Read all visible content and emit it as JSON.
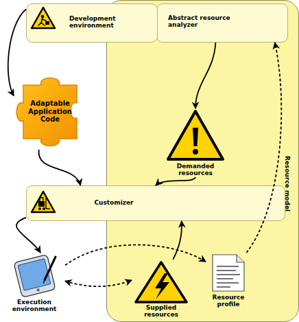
{
  "diagram": {
    "nodes": [
      {
        "text": [
          "Development environment"
        ]
      },
      {
        "text": [
          "Resource model"
        ]
      },
      {
        "text": [
          "Abstract resource analyzer"
        ],
        "in": 1
      },
      {
        "text": [
          "Adaptable Application Code"
        ]
      },
      {
        "text": [
          "Demanded resources"
        ],
        "in": 1
      },
      {
        "text": [
          "Customizer"
        ]
      },
      {
        "text": [
          "Execution environment"
        ]
      },
      {
        "text": [
          "Supplied resources"
        ],
        "in": 1
      },
      {
        "text": [
          "Resource profile"
        ],
        "in": 1
      }
    ],
    "edges": [
      {
        "from": 0,
        "to": 3,
        "arrow": "to"
      },
      {
        "from": 2,
        "to": 4,
        "arrow": "to"
      },
      {
        "from": 4,
        "to": 5,
        "arrow": "to"
      },
      {
        "from": 3,
        "to": 5,
        "arrow": "to"
      },
      {
        "from": 5,
        "to": 6,
        "arrow": "to"
      },
      {
        "from": 6,
        "to": 7,
        "arrow": "both"
      },
      {
        "from": 6,
        "to": 8,
        "arrow": "to"
      },
      {
        "from": 7,
        "to": 5,
        "arrow": "to"
      },
      {
        "from": 8,
        "to": 2,
        "arrow": "to"
      }
    ]
  }
}
